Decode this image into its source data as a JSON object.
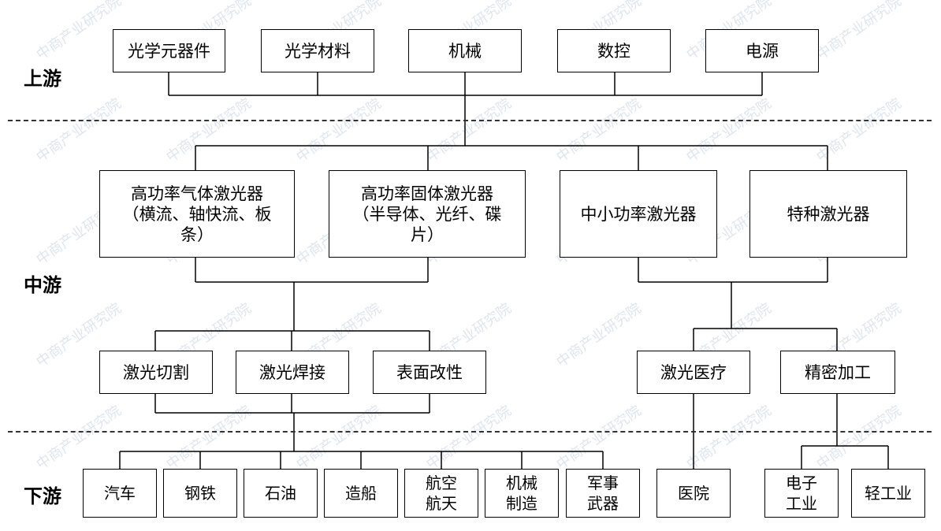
{
  "tiers": {
    "upstream": "上游",
    "midstream": "中游",
    "downstream": "下游"
  },
  "upstream": [
    "光学元器件",
    "光学材料",
    "机械",
    "数控",
    "电源"
  ],
  "midstream_lasers": [
    "高功率气体激光器\n（横流、轴快流、板\n条）",
    "高功率固体激光器\n（半导体、光纤、碟\n片）",
    "中小功率激光器",
    "特种激光器"
  ],
  "midstream_applications": [
    "激光切割",
    "激光焊接",
    "表面改性",
    "激光医疗",
    "精密加工"
  ],
  "downstream": [
    "汽车",
    "钢铁",
    "石油",
    "造船",
    "航空\n航天",
    "机械\n制造",
    "军事\n武器",
    "医院",
    "电子\n工业",
    "轻工业"
  ],
  "watermark": "中商产业研究院"
}
